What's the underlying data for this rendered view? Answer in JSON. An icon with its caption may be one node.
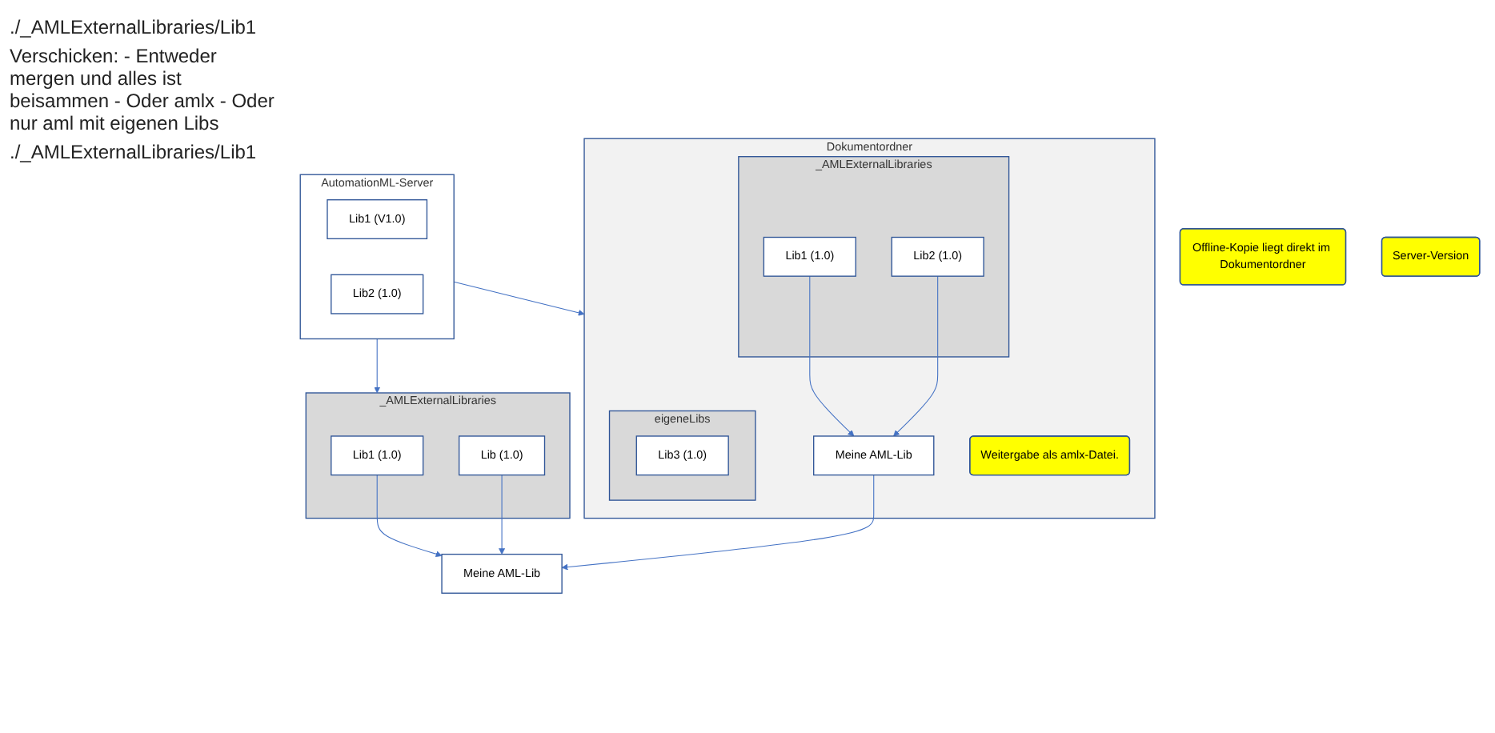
{
  "diagram": {
    "nodes": [
      {
        "text": [
          "Dokumentordner"
        ]
      },
      {
        "text": [
          "Meine AML-Lib"
        ],
        "in": 0
      },
      {
        "text": [
          "_AMLExternalLibraries"
        ],
        "in": 0
      },
      {
        "text": [
          "Lib1 (1.0)"
        ],
        "in": 2
      },
      {
        "text": [
          "Lib2 (1.0)"
        ],
        "in": 2
      },
      {
        "text": [
          "eigeneLibs"
        ],
        "in": 0
      },
      {
        "text": [
          "Lib3 (1.0)"
        ],
        "in": 5
      },
      {
        "text": [
          "AutomationML-Server"
        ]
      },
      {
        "text": [
          "Lib1 (V1.0)"
        ],
        "in": 7
      },
      {
        "text": [
          "Lib2 (1.0)"
        ],
        "in": 7
      },
      {
        "text": [
          "Meine AML-Lib"
        ]
      },
      {
        "text": [
          "_AMLExternalLibraries"
        ]
      },
      {
        "text": [
          "Lib1 (1.0)"
        ],
        "in": 11
      },
      {
        "text": [
          "Lib (1.0)"
        ],
        "in": 11
      },
      {
        "text": [
          "Offline-Kopie liegt direkt im Dokumentordner"
        ]
      },
      {
        "text": [
          "Weitergabe als amlx-Datei."
        ],
        "in": 0
      },
      {
        "text": [
          "Server-Version"
        ]
      }
    ],
    "edges": [
      {
        "from": 3,
        "to": 1,
        "arrow": "to"
      },
      {
        "from": 4,
        "to": 1,
        "arrow": "to"
      },
      {
        "from": 7,
        "to": 0,
        "arrow": "to"
      },
      {
        "from": 1,
        "to": 10,
        "arrow": "to"
      },
      {
        "from": 7,
        "to": 11,
        "arrow": "to"
      },
      {
        "from": 12,
        "to": 10,
        "arrow": "to"
      },
      {
        "from": 13,
        "to": 10,
        "arrow": "to"
      }
    ],
    "labels": [
      "./_AMLExternalLibraries/Lib1",
      "Verschicken: - Entweder mergen und alles ist beisammen - Oder amlx - Oder nur aml mit eigenen Libs",
      "./_AMLExternalLibraries/Lib1"
    ]
  }
}
